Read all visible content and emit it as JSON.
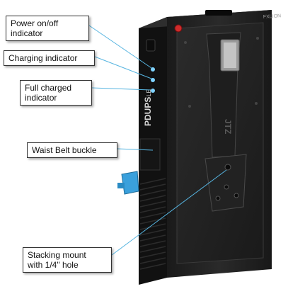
{
  "callouts": {
    "power": {
      "lines": [
        "Power on/off",
        "indicator"
      ]
    },
    "charging": {
      "lines": [
        "Charging indicator"
      ]
    },
    "full_charged": {
      "lines": [
        "Full charged",
        "indicator"
      ]
    },
    "belt": {
      "lines": [
        "Waist Belt buckle"
      ]
    },
    "stacking": {
      "lines": [
        "Stacking mount",
        "with 1/4\" hole"
      ]
    }
  },
  "device_text": {
    "model": "PDUPS",
    "model_suffix": "LE",
    "brand_small": "FXLION",
    "plate_brand": "JTZ"
  },
  "colors": {
    "body": "#1b1b1b",
    "panel": "#2a2a2a",
    "leader_line": "#56b4e0",
    "led": "#7fd3ff",
    "release_button": "#d02b2b",
    "clip": "#3aa0dc"
  },
  "icons": [
    "led-indicator-icon",
    "release-button-icon",
    "blue-clip-icon",
    "mounting-hole-icon"
  ]
}
